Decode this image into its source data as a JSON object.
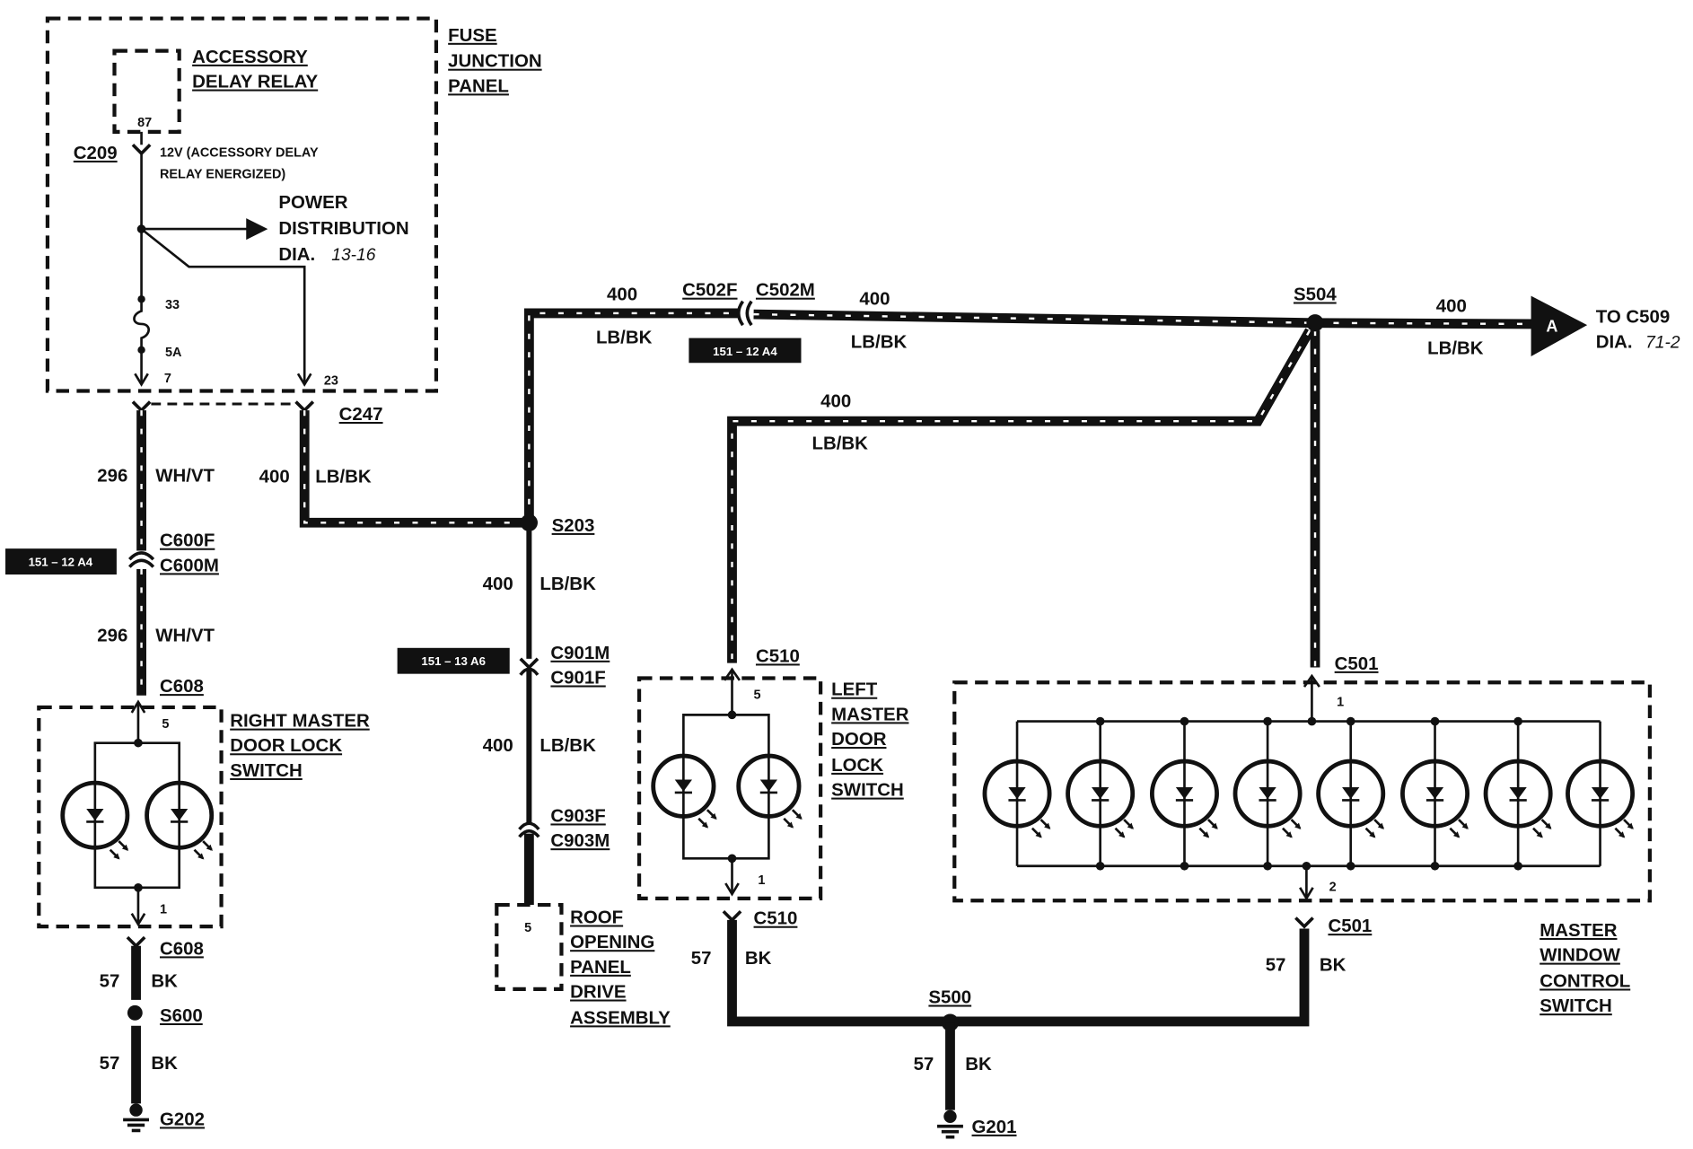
{
  "fuse_junction_panel": {
    "title": [
      "FUSE",
      "JUNCTION",
      "PANEL"
    ],
    "accessory_delay_relay": {
      "title": [
        "ACCESSORY",
        "DELAY RELAY"
      ],
      "pin": "87"
    },
    "c209": {
      "name": "C209",
      "note": [
        "12V (ACCESSORY DELAY",
        "RELAY ENERGIZED)"
      ]
    },
    "power_distribution": {
      "title": [
        "POWER",
        "DISTRIBUTION"
      ],
      "dia_label": "DIA.",
      "dia_ref": "13-16"
    },
    "fuse": {
      "number": "33",
      "rating": "5A"
    },
    "output_pins": [
      "7",
      "23"
    ]
  },
  "connectors": {
    "c247": "C247",
    "c600": [
      "C600F",
      "C600M"
    ],
    "c608": "C608",
    "c502": [
      "C502F",
      "C502M"
    ],
    "c901": [
      "C901M",
      "C901F"
    ],
    "c903": [
      "C903F",
      "C903M"
    ],
    "c510": "C510",
    "c501": "C501"
  },
  "splices": {
    "s203": "S203",
    "s504": "S504",
    "s600": "S600",
    "s500": "S500"
  },
  "grounds": {
    "g202": "G202",
    "g201": "G201"
  },
  "circuits": [
    {
      "number": "296",
      "color": "WH/VT"
    },
    {
      "number": "296",
      "color": "WH/VT"
    },
    {
      "number": "400",
      "color": "LB/BK"
    },
    {
      "number": "400",
      "color": "LB/BK"
    },
    {
      "number": "400",
      "color": "LB/BK"
    },
    {
      "number": "400",
      "color": "LB/BK"
    },
    {
      "number": "400",
      "color": "LB/BK"
    },
    {
      "number": "400",
      "color": "LB/BK"
    },
    {
      "number": "400",
      "color": "LB/BK"
    },
    {
      "number": "57",
      "color": "BK"
    },
    {
      "number": "57",
      "color": "BK"
    },
    {
      "number": "57",
      "color": "BK"
    },
    {
      "number": "57",
      "color": "BK"
    },
    {
      "number": "57",
      "color": "BK"
    }
  ],
  "reference_tags": [
    "151 – 12 A4",
    "151 – 12 A4",
    "151 – 13 A6"
  ],
  "right_master_door_lock_switch": {
    "title": [
      "RIGHT MASTER",
      "DOOR LOCK",
      "SWITCH"
    ],
    "pins": [
      "5",
      "1"
    ]
  },
  "roof_opening_panel_drive_assembly": {
    "title": [
      "ROOF",
      "OPENING",
      "PANEL",
      "DRIVE",
      "ASSEMBLY"
    ],
    "pin": "5"
  },
  "left_master_door_lock_switch": {
    "title": [
      "LEFT",
      "MASTER",
      "DOOR",
      "LOCK",
      "SWITCH"
    ],
    "pins": [
      "5",
      "1"
    ]
  },
  "master_window_control_switch": {
    "title": [
      "MASTER",
      "WINDOW",
      "CONTROL",
      "SWITCH"
    ],
    "pins": [
      "1",
      "2"
    ]
  },
  "off_page": {
    "marker": "A",
    "title": "TO C509",
    "dia_label": "DIA.",
    "dia_ref": "71-2"
  }
}
